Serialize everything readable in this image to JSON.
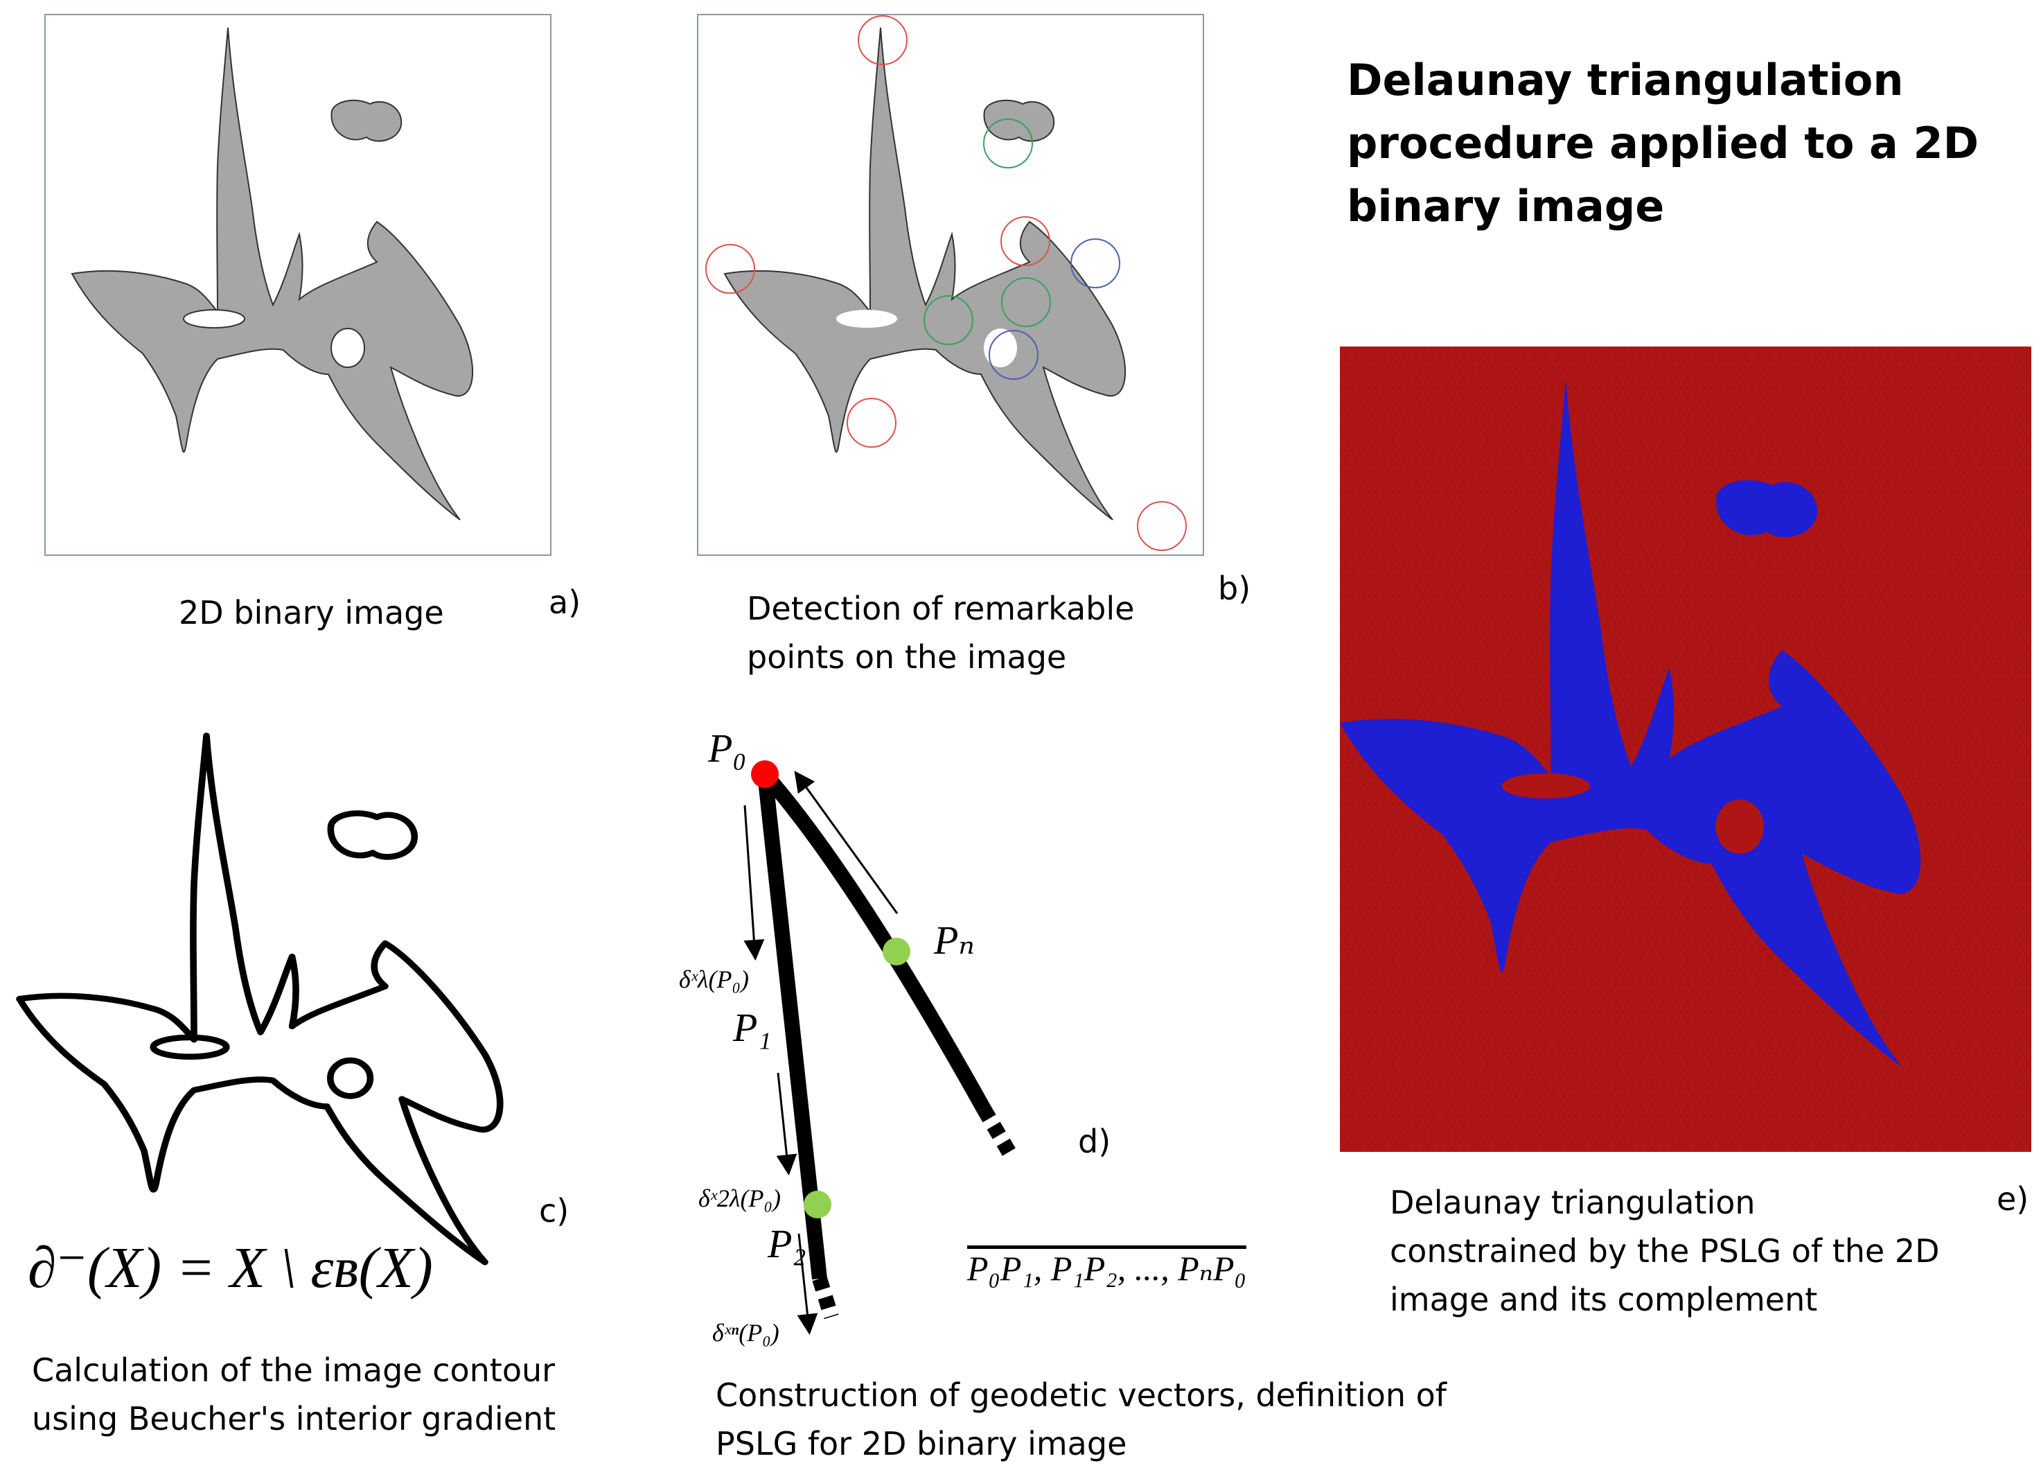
{
  "title_lines": [
    "Delaunay triangulation",
    "procedure applied to a 2D",
    "binary image"
  ],
  "panels": {
    "a": {
      "label": "a)",
      "caption": "2D binary image"
    },
    "b": {
      "label": "b)",
      "caption_lines": [
        "Detection of remarkable",
        "points on the image"
      ]
    },
    "c": {
      "label": "c)",
      "formula": "∂⁻(X) = X \\ εʙ(X)",
      "caption_lines": [
        "Calculation of the image contour",
        "using Beucher's interior gradient"
      ]
    },
    "d": {
      "label": "d)",
      "points": {
        "p0": "P₀",
        "p1": "P₁",
        "p2": "P₂",
        "pn": "Pₙ"
      },
      "vector_labels": {
        "v1": "δˣλ(P₀)",
        "v2": "δˣ2λ(P₀)",
        "vn": "δˣⁿ(P₀)"
      },
      "vectors_text": "P₀P₁, P₁P₂, ..., PₙP₀",
      "caption_lines": [
        "Construction of geodetic vectors, definition of",
        "PSLG for 2D binary image"
      ]
    },
    "e": {
      "label": "e)",
      "caption_lines": [
        "Delaunay triangulation",
        "constrained by the PSLG of the 2D",
        "image and its complement"
      ]
    }
  },
  "colors": {
    "shape_fill": "#a6a6a6",
    "background_red": "#b01515",
    "object_blue": "#1e1ed2",
    "start_point": "#ff0000",
    "node_point": "#92d050",
    "circle_red": "#e05050",
    "circle_green": "#3aa060",
    "circle_blue": "#5060b0"
  }
}
